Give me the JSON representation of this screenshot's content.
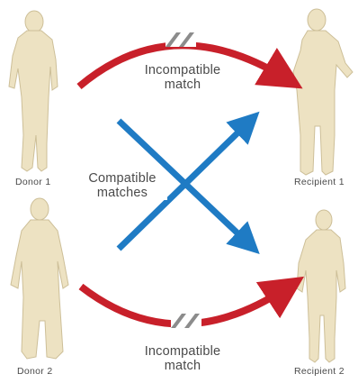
{
  "people": {
    "donor1": "Donor 1",
    "donor2": "Donor 2",
    "recipient1": "Recipient 1",
    "recipient2": "Recipient 2"
  },
  "labels": {
    "incompatible_top_line1": "Incompatible",
    "incompatible_top_line2": "match",
    "compatible_line1": "Compatible",
    "compatible_line2": "matches",
    "incompatible_bottom_line1": "Incompatible",
    "incompatible_bottom_line2": "match"
  },
  "colors": {
    "incompatible_arrow": "#c8202a",
    "compatible_arrow": "#1f7bc4",
    "figure_fill": "#ede2c2",
    "figure_stroke": "#cdbf98",
    "break_mark": "#8c8c8c",
    "text": "#4a4a4a"
  }
}
